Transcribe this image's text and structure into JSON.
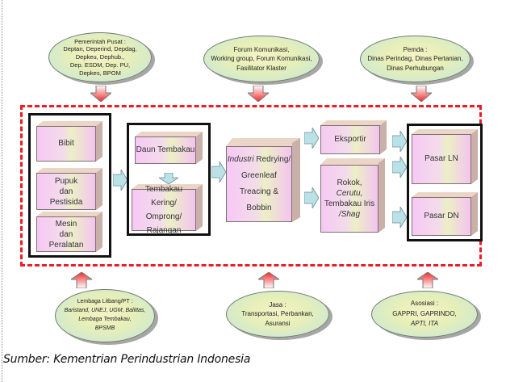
{
  "colors": {
    "dashed_frame": "#ee1c24",
    "box_fill_pink": "#f6c8f4",
    "box_fill_cream": "#ecefc6",
    "ellipse_fill": "#e7efb8",
    "flow_arrow": "#b9e1e6",
    "support_arrow": "#f26b6b"
  },
  "top_supporters": [
    {
      "title": "Pemerintah Pusat :",
      "lines": [
        "Deptan, Deperind, Depdag,",
        "Depkeu, Dephub.,",
        "Dep. ESDM, Dep. PU,",
        "Depkes, BPOM"
      ]
    },
    {
      "title": "Forum Komunikasi,",
      "lines": [
        "Working group, Forum Komunikasi,",
        "Fasilitator Klaster"
      ]
    },
    {
      "title": "Pemda :",
      "lines": [
        "Dinas Perindag, Dinas Pertanian,",
        "Dinas Perhubungan"
      ]
    }
  ],
  "bottom_supporters": [
    {
      "title": "Lembaga Litbang/PT :",
      "lines": [
        "Baristand, UNEJ, UGM, Balittas,",
        "Lembaga Tembakau,",
        "BPSMB"
      ]
    },
    {
      "title": "Jasa :",
      "lines": [
        "Transportasi, Perbankan,",
        "Asuransi"
      ]
    },
    {
      "title": "Asosiasi :",
      "lines": [
        "GAPPRI, GAPRINDO,",
        "APTI, ITA"
      ]
    }
  ],
  "inputs": {
    "bibit": "Bibit",
    "pupuk": [
      "Pupuk",
      "dan",
      "Pestisida"
    ],
    "mesin": [
      "Mesin",
      "dan",
      "Peralatan"
    ]
  },
  "raw": {
    "daun": "Daun Tembakau",
    "kering": [
      "Tembakau Kering/",
      "Omprong/",
      "Rajangan"
    ]
  },
  "industry": {
    "italic_prefix": "Industri",
    "line1_rest": " Redrying/",
    "line2": "Greenleaf",
    "line3": "Treacing & Bobbin"
  },
  "products": {
    "eksportir": "Eksportir",
    "rokok": [
      "Rokok,",
      "Cerutu,",
      "Tembakau Iris",
      "/Shag"
    ]
  },
  "markets": {
    "ln": "Pasar LN",
    "dn": "Pasar DN"
  },
  "source_caption": "Sumber: Kementrian Perindustrian Indonesia"
}
